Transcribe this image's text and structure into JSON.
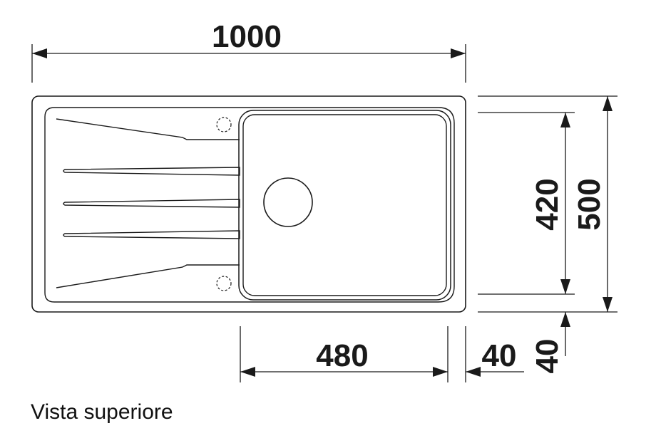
{
  "dimensions": {
    "total_width": "1000",
    "bowl_width": "480",
    "edge_offset_right": "40",
    "bowl_depth": "420",
    "total_depth": "500",
    "edge_offset_bottom": "40"
  },
  "caption": "Vista superiore",
  "colors": {
    "line": "#1a1a1a",
    "background": "#ffffff"
  }
}
